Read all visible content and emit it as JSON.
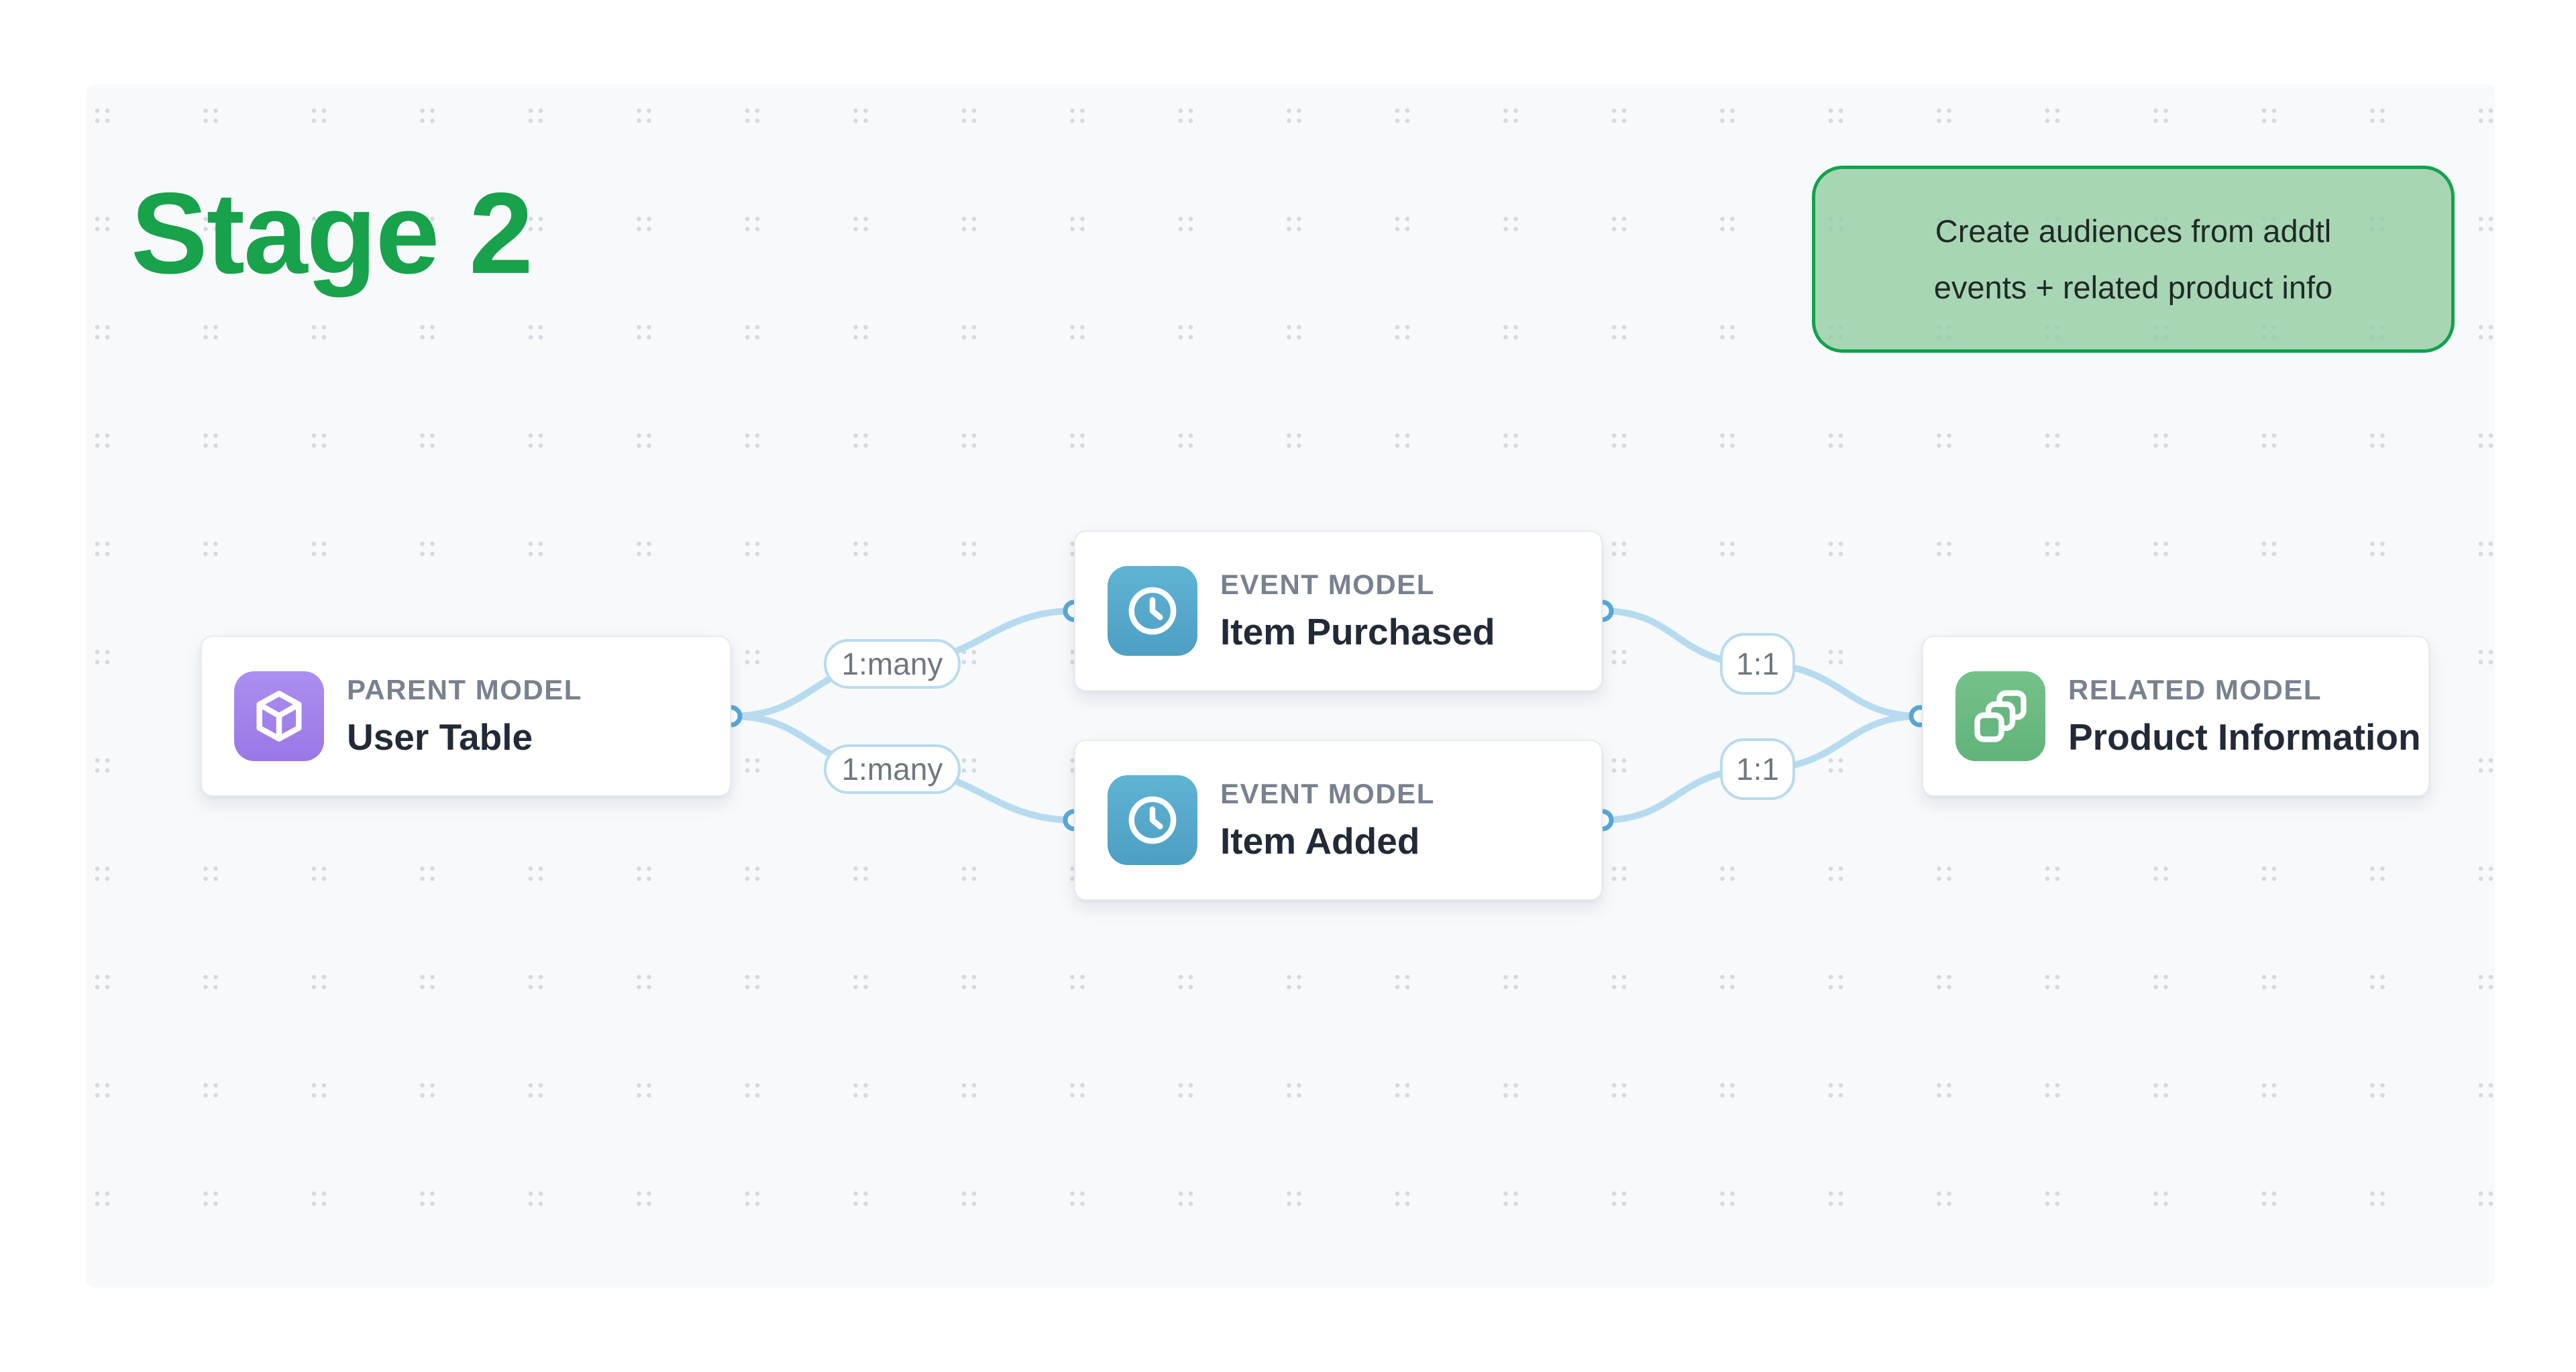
{
  "page": {
    "title": "Stage 2"
  },
  "note": {
    "line1": "Create audiences from addtl",
    "line2": "events + related product info"
  },
  "nodes": [
    {
      "id": "parent",
      "type_label": "PARENT MODEL",
      "name": "User Table",
      "icon": "cube-icon",
      "accent": "#9b7ce8"
    },
    {
      "id": "event-1",
      "type_label": "EVENT MODEL",
      "name": "Item Purchased",
      "icon": "clock-icon",
      "accent": "#55a9ca"
    },
    {
      "id": "event-2",
      "type_label": "EVENT MODEL",
      "name": "Item Added",
      "icon": "clock-icon",
      "accent": "#55a9ca"
    },
    {
      "id": "related",
      "type_label": "RELATED MODEL",
      "name": "Product Information",
      "icon": "layers-icon",
      "accent": "#6ab981"
    }
  ],
  "edges": [
    {
      "from": "parent",
      "to": "event-1",
      "label": "1:many"
    },
    {
      "from": "parent",
      "to": "event-2",
      "label": "1:many"
    },
    {
      "from": "event-1",
      "to": "related",
      "label": "1:1"
    },
    {
      "from": "event-2",
      "to": "related",
      "label": "1:1"
    }
  ],
  "colors": {
    "title_green": "#17a24b",
    "note_border": "#12a24b",
    "note_fill": "#a9d8b4",
    "edge_blue": "#b7dbee",
    "handle_blue": "#55a8d8",
    "canvas_bg": "#f7f9fb",
    "dot_gray": "#d6dae0",
    "type_gray": "#78818f",
    "name_dark": "#222a37"
  }
}
